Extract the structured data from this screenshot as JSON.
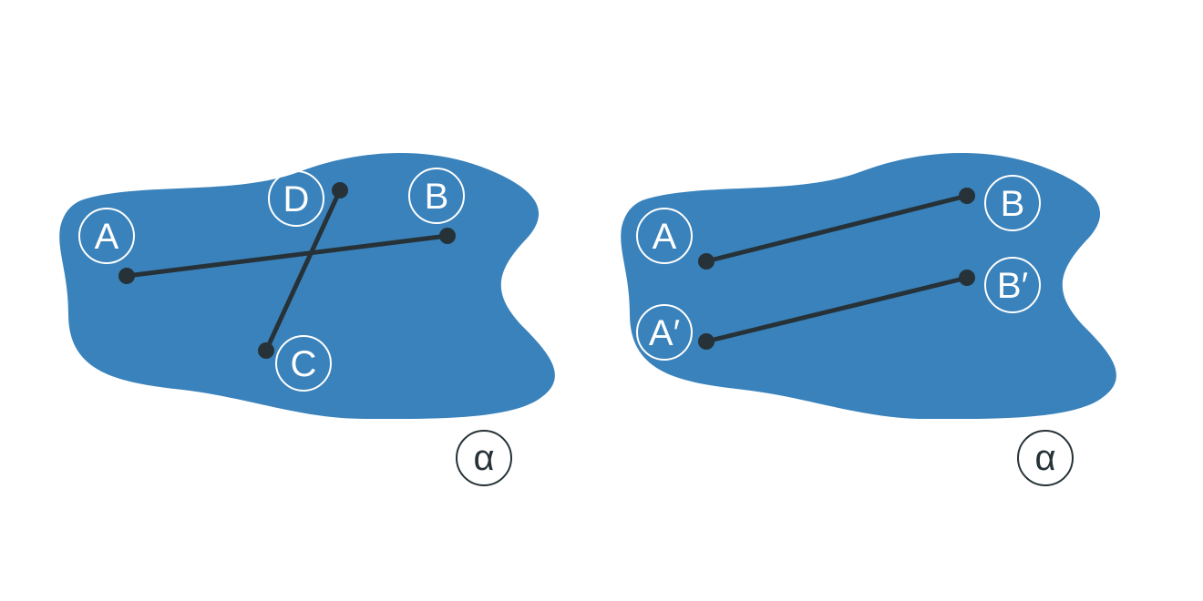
{
  "colors": {
    "plane_fill": "#3a82bb",
    "line_color": "#263238",
    "label_light": "#ffffff",
    "label_dark": "#263238"
  },
  "left_figure": {
    "plane_label": "α",
    "points": {
      "A": "A",
      "B": "B",
      "C": "C",
      "D": "D"
    }
  },
  "right_figure": {
    "plane_label": "α",
    "points": {
      "A": "A",
      "B": "B",
      "A_prime": "A′",
      "B_prime": "B′"
    }
  }
}
